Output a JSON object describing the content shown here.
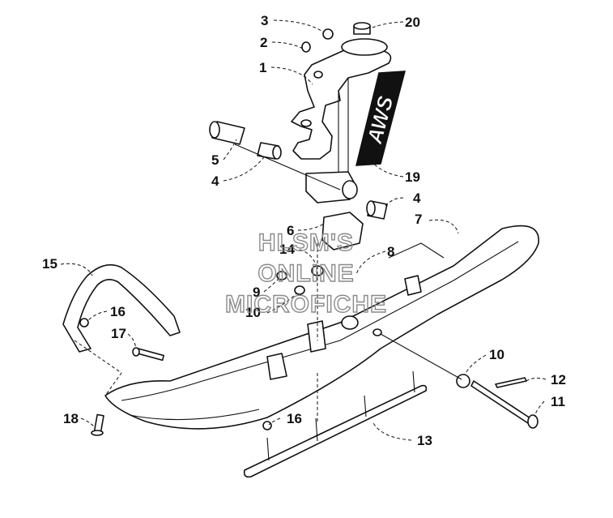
{
  "diagram": {
    "decal_text": "AWS",
    "watermark_lines": [
      "HLSM'S",
      "ONLINE",
      "MICROFICHE"
    ],
    "callouts": [
      {
        "id": "c1",
        "label": "1"
      },
      {
        "id": "c2",
        "label": "2"
      },
      {
        "id": "c3",
        "label": "3"
      },
      {
        "id": "c20",
        "label": "20"
      },
      {
        "id": "c5",
        "label": "5"
      },
      {
        "id": "c4a",
        "label": "4"
      },
      {
        "id": "c19",
        "label": "19"
      },
      {
        "id": "c4b",
        "label": "4"
      },
      {
        "id": "c6",
        "label": "6"
      },
      {
        "id": "c7",
        "label": "7"
      },
      {
        "id": "c14",
        "label": "14"
      },
      {
        "id": "c8",
        "label": "8"
      },
      {
        "id": "c15",
        "label": "15"
      },
      {
        "id": "c9",
        "label": "9"
      },
      {
        "id": "c10a",
        "label": "10"
      },
      {
        "id": "c16a",
        "label": "16"
      },
      {
        "id": "c17",
        "label": "17"
      },
      {
        "id": "c10b",
        "label": "10"
      },
      {
        "id": "c12",
        "label": "12"
      },
      {
        "id": "c11",
        "label": "11"
      },
      {
        "id": "c18",
        "label": "18"
      },
      {
        "id": "c16b",
        "label": "16"
      },
      {
        "id": "c13",
        "label": "13"
      }
    ]
  }
}
